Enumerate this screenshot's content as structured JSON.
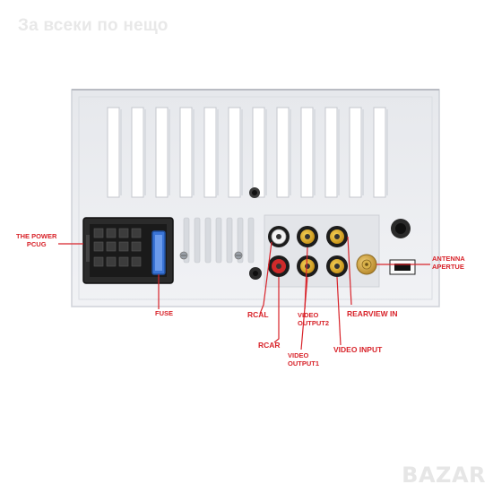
{
  "watermark": {
    "text": "За всеки по нещо"
  },
  "logo": {
    "text": "BAZAR"
  },
  "labels": {
    "power_plug_line1": "THE POWER",
    "power_plug_line2": "PCUG",
    "fuse": "FUSE",
    "rcal": "RCAL",
    "rcar": "RCAR",
    "video_output2_line1": "VIDEO",
    "video_output2_line2": "OUTPUT2",
    "video_output1_line1": "VIDEO",
    "video_output1_line2": "OUTPUT1",
    "rearview_in": "REARVIEW IN",
    "video_input": "VIDEO INPUT",
    "antenna_line1": "ANTENNA",
    "antenna_line2": "APERTUE"
  },
  "colors": {
    "label_red": "#d8232a",
    "panel": "#eceef2",
    "rca_yellow": "#e9b825",
    "rca_red": "#cf2a2a",
    "rca_white": "#f2f2f2",
    "fuse_blue": "#2f5fb3"
  }
}
